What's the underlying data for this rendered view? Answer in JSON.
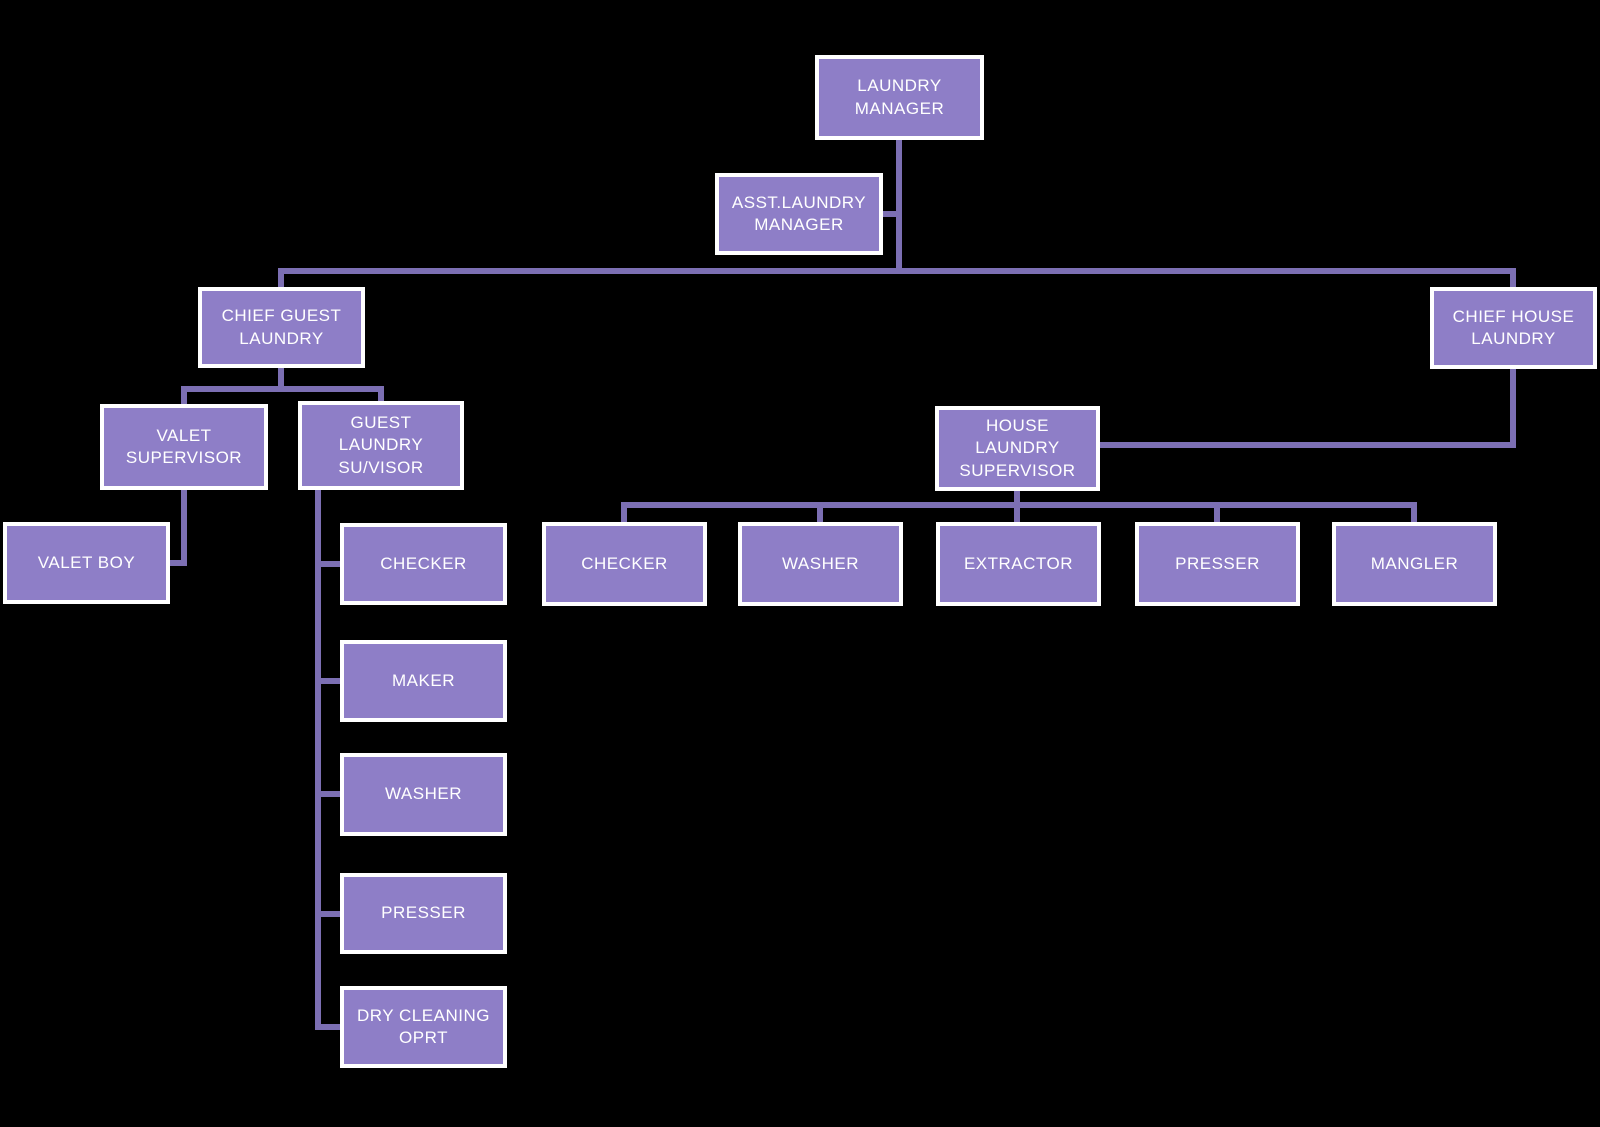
{
  "diagram": {
    "kind": "org-chart",
    "subject": "Laundry department organization",
    "colors": {
      "background": "#000000",
      "node_fill": "#8e7ec7",
      "node_border": "#ffffff",
      "connector": "#7c6fb3",
      "text": "#ffffff"
    },
    "nodes": {
      "laundry_manager": "LAUNDRY MANAGER",
      "asst_laundry_manager": "ASST.LAUNDRY MANAGER",
      "chief_guest_laundry": "CHIEF GUEST LAUNDRY",
      "chief_house_laundry": "CHIEF HOUSE LAUNDRY",
      "valet_supervisor": "VALET SUPERVISOR",
      "guest_laundry_supervisor": "GUEST LAUNDRY SU/VISOR",
      "valet_boy": "VALET BOY",
      "house_laundry_supervisor": "HOUSE LAUNDRY SUPERVISOR",
      "guest_checker": "CHECKER",
      "guest_maker": "MAKER",
      "guest_washer": "WASHER",
      "guest_presser": "PRESSER",
      "guest_dry_cleaning_oprt": "DRY CLEANING OPRT",
      "house_checker": "CHECKER",
      "house_washer": "WASHER",
      "house_extractor": "EXTRACTOR",
      "house_presser": "PRESSER",
      "house_mangler": "MANGLER"
    },
    "edges": [
      [
        "laundry_manager",
        "asst_laundry_manager"
      ],
      [
        "laundry_manager",
        "chief_guest_laundry"
      ],
      [
        "laundry_manager",
        "chief_house_laundry"
      ],
      [
        "chief_guest_laundry",
        "valet_supervisor"
      ],
      [
        "chief_guest_laundry",
        "guest_laundry_supervisor"
      ],
      [
        "valet_supervisor",
        "valet_boy"
      ],
      [
        "guest_laundry_supervisor",
        "guest_checker"
      ],
      [
        "guest_laundry_supervisor",
        "guest_maker"
      ],
      [
        "guest_laundry_supervisor",
        "guest_washer"
      ],
      [
        "guest_laundry_supervisor",
        "guest_presser"
      ],
      [
        "guest_laundry_supervisor",
        "guest_dry_cleaning_oprt"
      ],
      [
        "chief_house_laundry",
        "house_laundry_supervisor"
      ],
      [
        "house_laundry_supervisor",
        "house_checker"
      ],
      [
        "house_laundry_supervisor",
        "house_washer"
      ],
      [
        "house_laundry_supervisor",
        "house_extractor"
      ],
      [
        "house_laundry_supervisor",
        "house_presser"
      ],
      [
        "house_laundry_supervisor",
        "house_mangler"
      ]
    ]
  }
}
